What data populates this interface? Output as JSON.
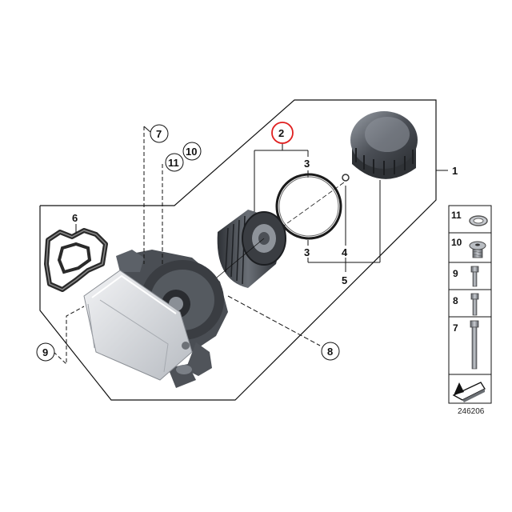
{
  "diagram": {
    "callouts": {
      "c1": "1",
      "c2": "2",
      "c3a": "3",
      "c3b": "3",
      "c4": "4",
      "c5": "5",
      "c6": "6",
      "c7": "7",
      "c8": "8",
      "c9": "9",
      "c10": "10",
      "c11": "11"
    },
    "side_panel": {
      "items": [
        "11",
        "10",
        "9",
        "8",
        "7"
      ]
    },
    "document_number": "246206",
    "colors": {
      "line": "#111111",
      "highlight_circle": "#e02020",
      "part_dark": "#3c3f44",
      "part_mid": "#7b8088",
      "part_light": "#d9dde2"
    }
  }
}
